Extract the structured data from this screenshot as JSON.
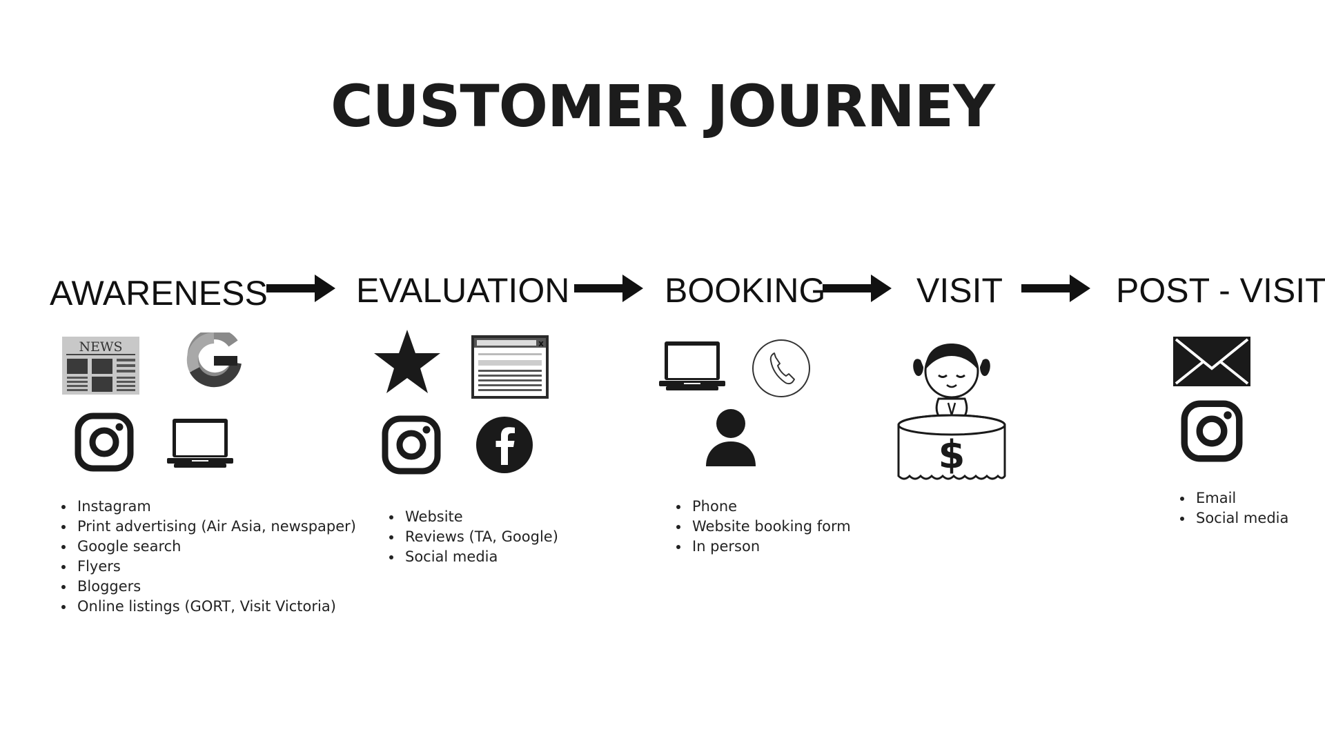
{
  "title": "CUSTOMER JOURNEY",
  "stages": [
    {
      "label": "AWARENESS",
      "icons": [
        "newspaper-icon",
        "google-icon",
        "instagram-icon",
        "laptop-icon"
      ],
      "bullets": [
        "Instagram",
        "Print advertising (Air Asia, newspaper)",
        "Google search",
        "Flyers",
        "Bloggers",
        "Online listings (GORT, Visit Victoria)"
      ]
    },
    {
      "label": "EVALUATION",
      "icons": [
        "star-icon",
        "web-page-icon",
        "instagram-icon",
        "facebook-icon"
      ],
      "bullets": [
        "Website",
        "Reviews (TA, Google)",
        "Social media"
      ]
    },
    {
      "label": "BOOKING",
      "icons": [
        "laptop-icon",
        "phone-icon",
        "person-icon"
      ],
      "bullets": [
        "Phone",
        "Website booking form",
        "In person"
      ]
    },
    {
      "label": "VISIT",
      "icons": [
        "girl-at-counter-icon"
      ],
      "bullets": []
    },
    {
      "label": "POST - VISIT",
      "icons": [
        "envelope-icon",
        "instagram-icon"
      ],
      "bullets": [
        "Email",
        "Social media"
      ]
    }
  ],
  "icon_text": {
    "news": "NEWS"
  }
}
